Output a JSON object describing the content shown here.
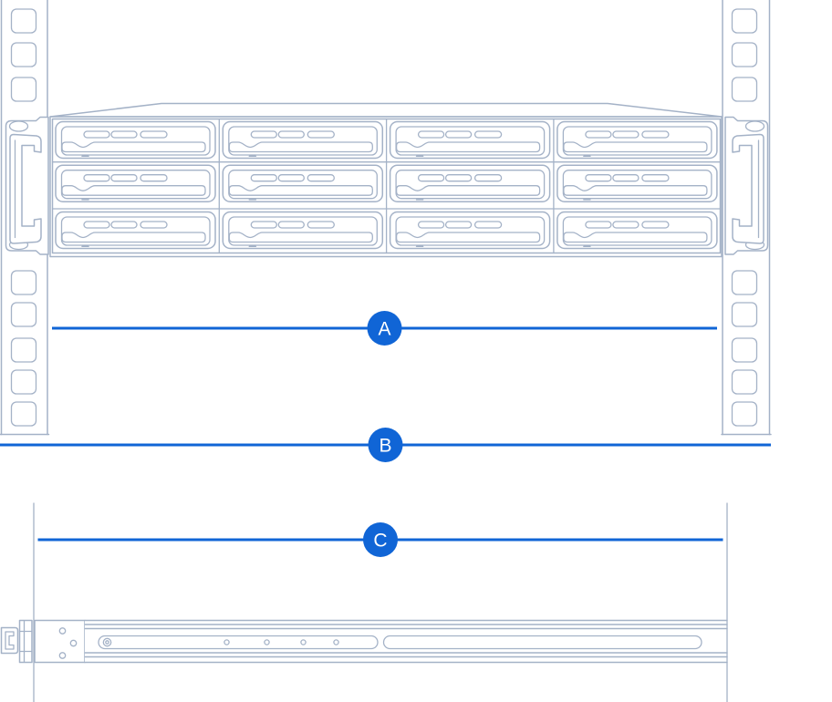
{
  "diagram": {
    "description": "Rackmount unit installed in a server rack above a slide rail, with three labeled reference lines"
  },
  "colors": {
    "accent_blue": "#1065d6",
    "line_art": "#a4b2c7",
    "background": "#ffffff",
    "marker_text": "#ffffff"
  },
  "markers": [
    {
      "id": "marker-a",
      "label": "A"
    },
    {
      "id": "marker-b",
      "label": "B"
    },
    {
      "id": "marker-c",
      "label": "C"
    }
  ],
  "rack_unit": {
    "drive_tray_rows": 3,
    "drive_tray_columns": 4,
    "drive_tray_count": 12
  },
  "rack_posts": {
    "top_holes_per_post": 3,
    "bottom_holes_per_post": 5
  },
  "rail": {
    "plate_holes": 3,
    "slot_dots": 4
  }
}
